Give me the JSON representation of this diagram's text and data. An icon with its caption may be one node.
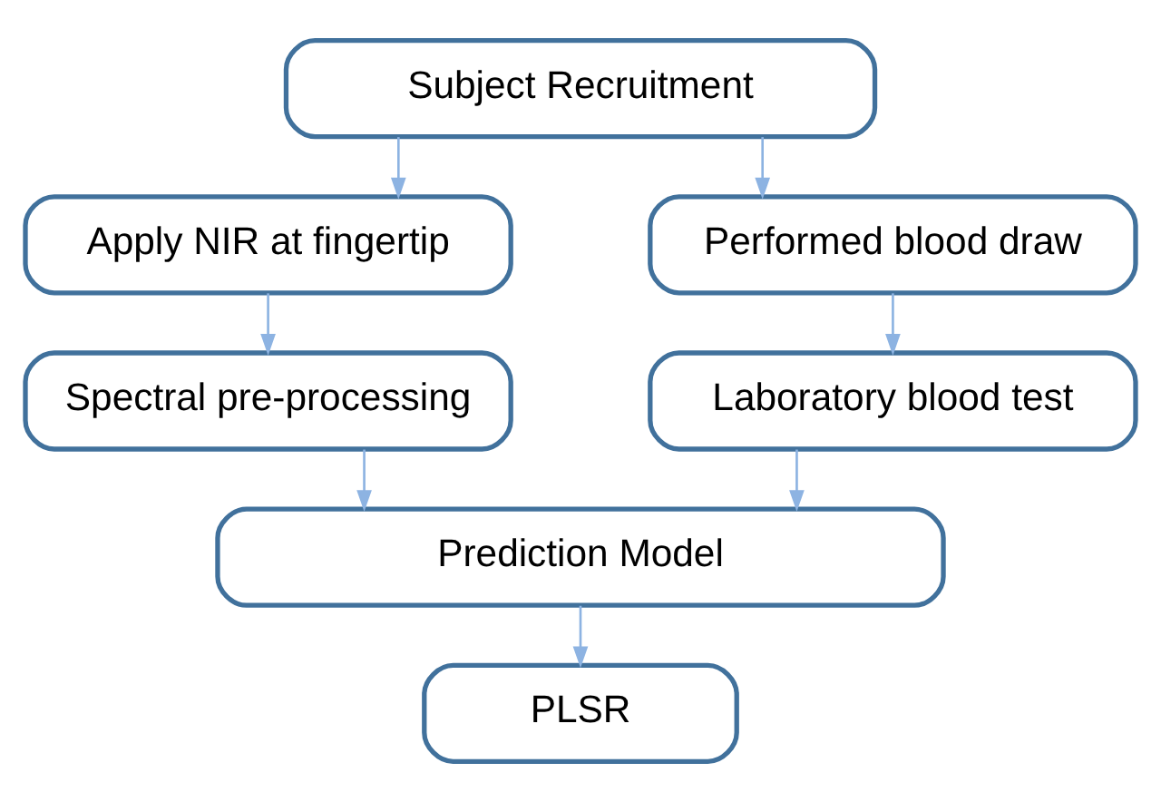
{
  "diagram": {
    "nodes": [
      {
        "text": [
          "Subject Recruitment"
        ]
      },
      {
        "text": [
          "Apply NIR at fingertip"
        ]
      },
      {
        "text": [
          "Performed blood draw"
        ]
      },
      {
        "text": [
          "Spectral pre-processing"
        ]
      },
      {
        "text": [
          "Laboratory blood test"
        ]
      },
      {
        "text": [
          "Prediction Model"
        ]
      },
      {
        "text": [
          "PLSR"
        ]
      }
    ],
    "edges": [
      {
        "from": 0,
        "to": 1,
        "arrow": "to"
      },
      {
        "from": 0,
        "to": 2,
        "arrow": "to"
      },
      {
        "from": 1,
        "to": 3,
        "arrow": "to"
      },
      {
        "from": 2,
        "to": 4,
        "arrow": "to"
      },
      {
        "from": 3,
        "to": 5,
        "arrow": "to"
      },
      {
        "from": 4,
        "to": 5,
        "arrow": "to"
      },
      {
        "from": 5,
        "to": 6,
        "arrow": "to"
      }
    ]
  }
}
